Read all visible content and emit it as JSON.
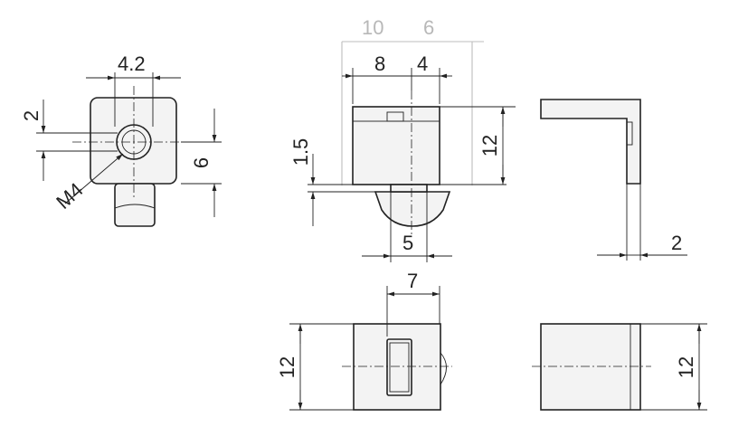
{
  "dimensions": {
    "top_width": "4.2",
    "top_offset": "2",
    "top_height": "6",
    "thread": "M4",
    "front_gray_left": "10",
    "front_gray_right": "6",
    "front_left": "8",
    "front_right": "4",
    "front_step": "1.5",
    "front_height": "12",
    "front_bottom": "5",
    "side_thickness": "2",
    "bottom_slot": "7",
    "bottom_left_height": "12",
    "bottom_right_height": "12"
  }
}
